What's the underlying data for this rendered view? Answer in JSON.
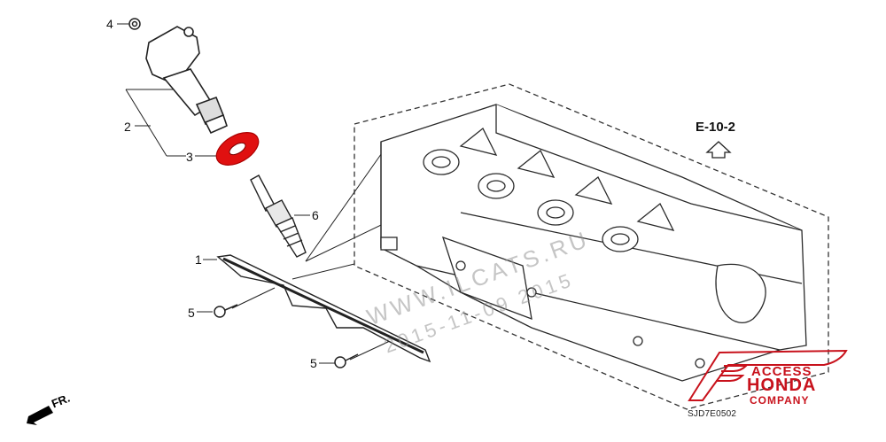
{
  "diagram": {
    "reference_label": "E-10-2",
    "drawing_code": "SJD7E0502",
    "front_marker": "FR.",
    "watermark_line1": "WWW.ILCATS.RU",
    "watermark_line2": "2015-11-09 2015",
    "callouts": [
      {
        "number": "4",
        "part": "bolt (coil)"
      },
      {
        "number": "2",
        "part": "ignition coil"
      },
      {
        "number": "3",
        "part": "seal (highlighted)"
      },
      {
        "number": "6",
        "part": "spark plug"
      },
      {
        "number": "1",
        "part": "gasket / cover"
      },
      {
        "number": "5",
        "part": "flange bolt"
      },
      {
        "number": "5",
        "part": "flange bolt"
      }
    ],
    "highlight_color": "#e01010"
  },
  "logo": {
    "line1": "ACCESS",
    "line2": "HONDA",
    "line3": "COMPANY",
    "color": "#c8121c"
  }
}
